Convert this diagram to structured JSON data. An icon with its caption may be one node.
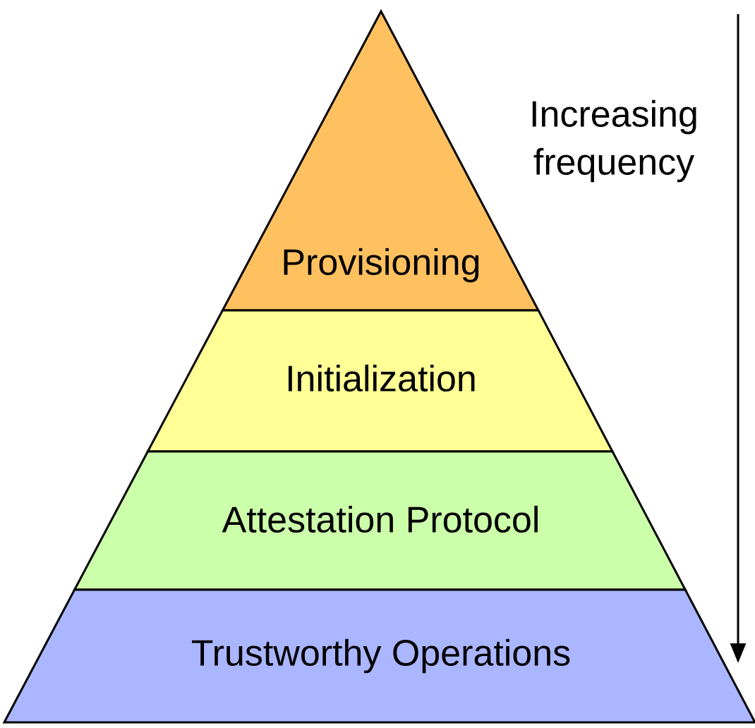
{
  "diagram": {
    "nodes": [
      {
        "text": [
          "Provisioning"
        ]
      },
      {
        "text": [
          "Initialization"
        ]
      },
      {
        "text": [
          "Attestation Protocol"
        ]
      },
      {
        "text": [
          "Trustworthy Operations"
        ]
      }
    ],
    "labels": [
      "Increasing frequency"
    ]
  }
}
